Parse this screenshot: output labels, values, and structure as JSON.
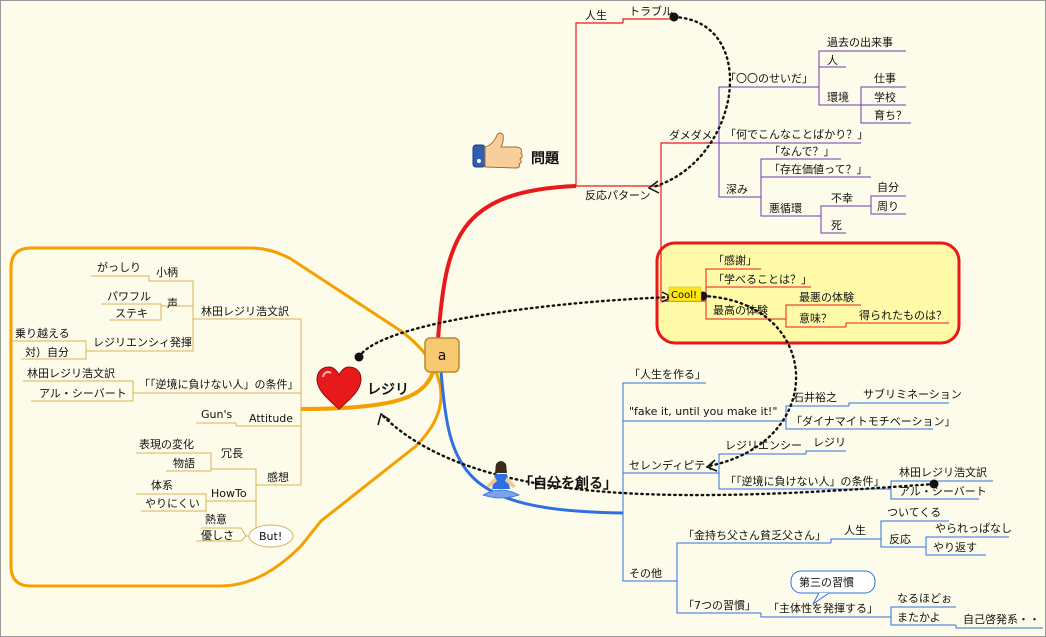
{
  "center": {
    "label": "a"
  },
  "colors": {
    "red": "#e8191b",
    "orange": "#f5a000",
    "blue": "#2f6fe0",
    "gold": "#d8b25a",
    "purple": "#6f3ab0",
    "highlight": "#fffaa8",
    "coolTag": "#ffe61a"
  },
  "problem": {
    "title": "問題",
    "life": "人生",
    "trouble": "トラブル",
    "reaction": "反応パターン",
    "damedame": "ダメダメ",
    "blame": "「〇〇のせいだ」",
    "past": "過去の出来事",
    "person": "人",
    "environment": "環境",
    "work": "仕事",
    "school": "学校",
    "upbringing": "育ち？",
    "whyAlways": "「何でこんなことばかり？」",
    "depth": "深み",
    "whatFor": "「なんで？」",
    "worth": "「存在価値って？」",
    "vicious": "悪循環",
    "misfortune": "不幸",
    "self": "自分",
    "surroundings": "周り",
    "death": "死"
  },
  "cool": {
    "tag": "Cool!",
    "thanks": "「感謝」",
    "learn": "「学べることは？」",
    "best": "最高の体験",
    "worst": "最悪の体験",
    "meaning": "意味？",
    "gained": "得られたものは？"
  },
  "create": {
    "title": "「自分を創る」",
    "makeLife": "「人生を作る」",
    "fake": "\"fake it, until you make it!\"",
    "ishii": "石井裕之",
    "subliminal": "サブリミネーション",
    "dynamite": "「ダイナマイトモチベーション」",
    "serendipity": "セレンディピティ",
    "resilienceLbl": "レジリエンシー",
    "resilience": "レジリ",
    "conditions": "「「逆境に負けない人」の条件」",
    "hayashida": "林田レジリ浩文訳",
    "sheabert": "アル・シーバート",
    "follows": "ついてくる",
    "other": "その他",
    "richDad": "「金持ち父さん貧乏父さん」",
    "life": "人生",
    "reaction": "反応",
    "doneTo": "やられっぱなし",
    "fightBack": "やり返す",
    "sevenHabits": "「7つの習慣」",
    "thirdHabit": "第三の習慣",
    "proactive": "「主体性を発揮する」",
    "isee": "なるほどぉ",
    "againHuh": "またかよ",
    "selfHelp": "自己啓発系・・"
  },
  "resilience": {
    "title": "レジリ",
    "hayashida": "林田レジリ浩文訳",
    "koburi": "小柄",
    "gasshiri": "がっしり",
    "voice": "声",
    "powerful": "パワフル",
    "suteki": "ステキ",
    "resilienceShow": "レジリエンシィ発揮",
    "overcome": "乗り越える",
    "vsSelf": "対）自分",
    "conditions": "「「逆境に負けない人」の条件」",
    "hayashida2": "林田レジリ浩文訳",
    "sheabert": "アル・シーバート",
    "attitude": "Attitude",
    "guns": "Gun's",
    "impression": "感想",
    "verbose": "冗長",
    "expressionChange": "表現の変化",
    "story": "物語",
    "howto": "HowTo",
    "system": "体系",
    "hard": "やりにくい",
    "passion": "熱意",
    "kindness": "優しさ",
    "but": "But!"
  }
}
